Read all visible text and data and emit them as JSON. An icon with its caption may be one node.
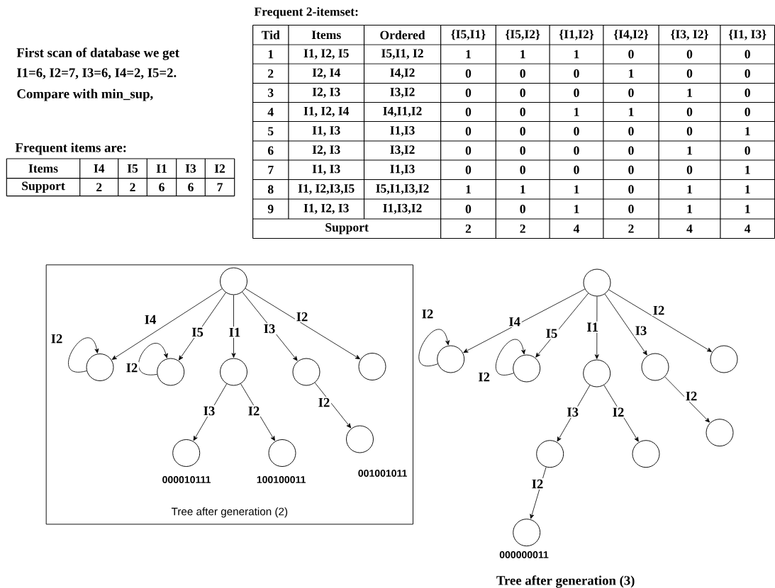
{
  "diagram": {
    "nodes": [
      {
        "text": [
          "Tree after generation (2)"
        ]
      },
      {
        "text": [],
        "shape": "circle",
        "in": 0
      },
      {
        "text": [],
        "shape": "circle",
        "in": 0
      },
      {
        "text": [],
        "shape": "circle",
        "in": 0
      },
      {
        "text": [],
        "shape": "circle",
        "in": 0
      },
      {
        "text": [],
        "shape": "circle",
        "in": 0
      },
      {
        "text": [],
        "shape": "circle",
        "in": 0
      },
      {
        "text": [],
        "shape": "circle",
        "in": 0,
        "beside": [
          "000010111"
        ]
      },
      {
        "text": [],
        "shape": "circle",
        "in": 0,
        "beside": [
          "100100011"
        ]
      },
      {
        "text": [],
        "shape": "circle",
        "in": 0,
        "beside": [
          "001001011"
        ]
      },
      {
        "text": [],
        "shape": "circle"
      },
      {
        "text": [],
        "shape": "circle"
      },
      {
        "text": [],
        "shape": "circle"
      },
      {
        "text": [],
        "shape": "circle"
      },
      {
        "text": [],
        "shape": "circle"
      },
      {
        "text": [],
        "shape": "circle"
      },
      {
        "text": [],
        "shape": "circle"
      },
      {
        "text": [],
        "shape": "circle"
      },
      {
        "text": [],
        "shape": "circle"
      },
      {
        "text": [],
        "shape": "circle",
        "beside": [
          "000000011"
        ]
      }
    ],
    "edges": [
      {
        "from": 1,
        "to": 2,
        "arrow": "to",
        "label": "I4"
      },
      {
        "from": 2,
        "to": 2,
        "arrow": "to",
        "label": "I2"
      },
      {
        "from": 1,
        "to": 3,
        "arrow": "to",
        "label": "I5"
      },
      {
        "from": 3,
        "to": 3,
        "arrow": "to",
        "label": "I2"
      },
      {
        "from": 1,
        "to": 4,
        "arrow": "to",
        "label": "I1"
      },
      {
        "from": 1,
        "to": 5,
        "arrow": "to",
        "label": "I3"
      },
      {
        "from": 1,
        "to": 6,
        "arrow": "to",
        "label": "I2"
      },
      {
        "from": 4,
        "to": 7,
        "arrow": "to",
        "label": "I3"
      },
      {
        "from": 4,
        "to": 8,
        "arrow": "to",
        "label": "I2"
      },
      {
        "from": 5,
        "to": 9,
        "arrow": "to",
        "label": "I2"
      },
      {
        "from": 10,
        "to": 11,
        "arrow": "to",
        "label": "I4"
      },
      {
        "from": 11,
        "to": 11,
        "arrow": "to",
        "label": "I2"
      },
      {
        "from": 10,
        "to": 12,
        "arrow": "to",
        "label": "I5"
      },
      {
        "from": 12,
        "to": 12,
        "arrow": "to",
        "label": "I2"
      },
      {
        "from": 10,
        "to": 13,
        "arrow": "to",
        "label": "I1"
      },
      {
        "from": 10,
        "to": 14,
        "arrow": "to",
        "label": "I3"
      },
      {
        "from": 10,
        "to": 15,
        "arrow": "to",
        "label": "I2"
      },
      {
        "from": 13,
        "to": 16,
        "arrow": "to",
        "label": "I3"
      },
      {
        "from": 13,
        "to": 17,
        "arrow": "to",
        "label": "I2"
      },
      {
        "from": 14,
        "to": 18,
        "arrow": "to",
        "label": "I2"
      },
      {
        "from": 16,
        "to": 19,
        "arrow": "to",
        "label": "I2"
      }
    ],
    "labels": [
      "First scan of database we get",
      "I1=6, I2=7, I3=6, I4=2, I5=2.",
      "Compare with min_sup,",
      "Frequent items are:",
      "Items",
      "I4",
      "I5",
      "I1",
      "I3",
      "I2",
      "Support",
      "2",
      "2",
      "6",
      "6",
      "7",
      "Frequent 2-itemset:",
      "Tid",
      "Items",
      "Ordered",
      "{I5,I1}",
      "{I5,I2}",
      "{I1,I2}",
      "{I4,I2}",
      "{I3, I2}",
      "{I1, I3}",
      "1",
      "I1, I2, I5",
      "I5,I1, I2",
      "1",
      "1",
      "1",
      "0",
      "0",
      "0",
      "2",
      "I2, I4",
      "I4,I2",
      "0",
      "0",
      "0",
      "1",
      "0",
      "0",
      "3",
      "I2, I3",
      "I3,I2",
      "0",
      "0",
      "0",
      "0",
      "1",
      "0",
      "4",
      "I1, I2, I4",
      "I4,I1,I2",
      "0",
      "0",
      "1",
      "1",
      "0",
      "0",
      "5",
      "I1, I3",
      "I1,I3",
      "0",
      "0",
      "0",
      "0",
      "0",
      "1",
      "6",
      "I2, I3",
      "I3,I2",
      "0",
      "0",
      "0",
      "0",
      "1",
      "0",
      "7",
      "I1, I3",
      "I1,I3",
      "0",
      "0",
      "0",
      "0",
      "0",
      "1",
      "8",
      "I1, I2,I3,I5",
      "I5,I1,I3,I2",
      "1",
      "1",
      "1",
      "0",
      "1",
      "1",
      "9",
      "I1, I2, I3",
      "I1,I3,I2",
      "0",
      "0",
      "1",
      "0",
      "1",
      "1",
      "Support",
      "2",
      "2",
      "4",
      "2",
      "4",
      "4",
      "Tree after generation (3)"
    ]
  }
}
